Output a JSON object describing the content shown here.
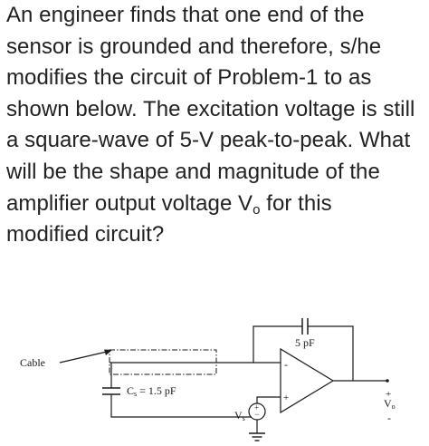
{
  "question": {
    "lines": [
      "An engineer finds that one end of the",
      "sensor is grounded and therefore, s/he",
      "modifies the circuit of Problem-1 to as",
      "shown below. The excitation voltage is still",
      "a square-wave of 5-V peak-to-peak. What",
      "will be the shape and magnitude of the"
    ],
    "line7_before": "amplifier output voltage V",
    "line7_sub": "o",
    "line7_after": " for this",
    "line8": "modified circuit?"
  },
  "figure": {
    "cable_label": "Cable",
    "feedback_cap_label": "5 pF",
    "sensor_cap_label_main": "C",
    "sensor_cap_label_sub": "s",
    "sensor_cap_label_value": " = 1.5 pF",
    "source_label_main": "V",
    "source_label_sub": "s",
    "source_plus": "+",
    "source_minus": "−",
    "opamp_minus": "-",
    "opamp_plus": "+",
    "output_plus": "+",
    "output_label_main": "V",
    "output_label_sub": "o",
    "output_minus": "-"
  }
}
